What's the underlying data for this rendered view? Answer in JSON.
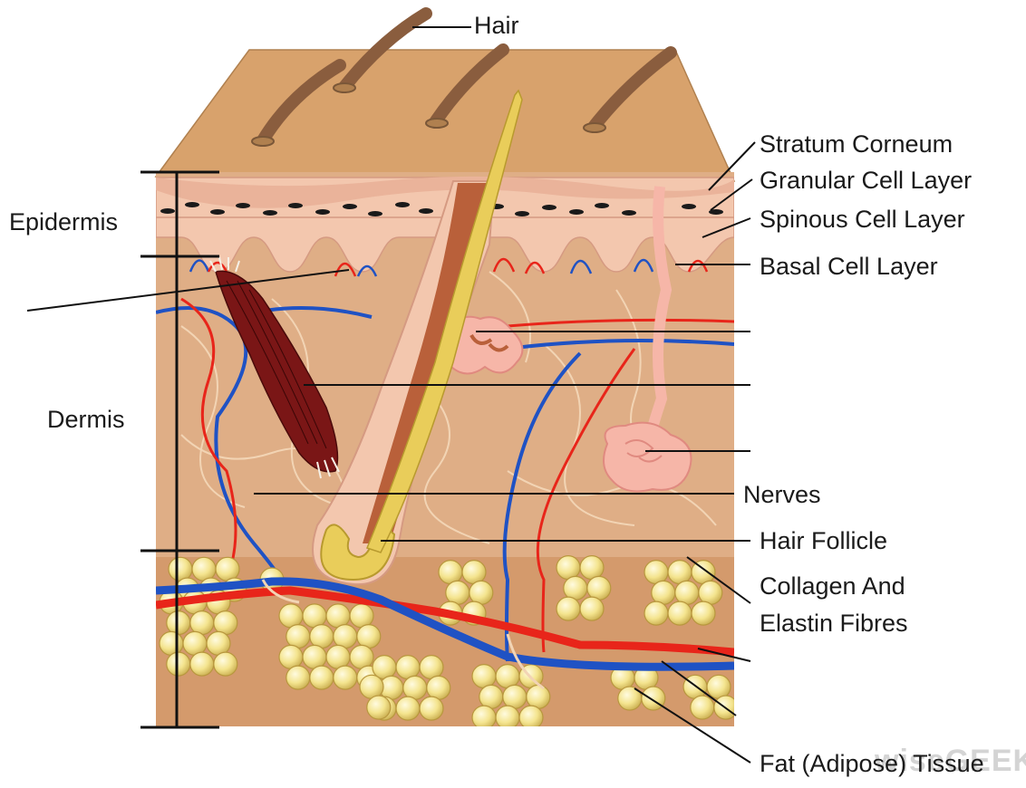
{
  "labels": {
    "hair": "Hair",
    "epidermis": "Epidermis",
    "dermis": "Dermis",
    "stratum_corneum": "Stratum Corneum",
    "granular": "Granular Cell Layer",
    "spinous": "Spinous Cell Layer",
    "basal": "Basal Cell Layer",
    "nerves": "Nerves",
    "follicle": "Hair Follicle",
    "collagen_1": "Collagen And",
    "collagen_2": "Elastin Fibres",
    "fat": "Fat (Adipose) Tissue"
  },
  "watermark": "wiseGEEK",
  "colors": {
    "skin_top": "#d8a26c",
    "dermis": "#dfae86",
    "epidermis_pink": "#f3c7ae",
    "artery": "#e8251a",
    "vein": "#1f52c4",
    "fat": "#f4e48e",
    "muscle": "#7a1616",
    "hair_shaft": "#e9cd5a"
  }
}
